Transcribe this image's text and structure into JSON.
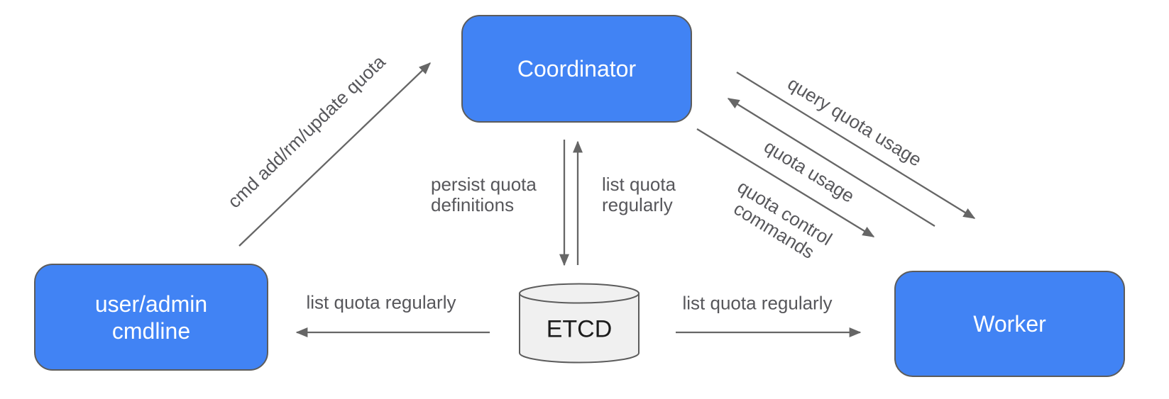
{
  "diagram": {
    "nodes": {
      "coordinator": {
        "label": "Coordinator"
      },
      "user_cmdline": {
        "lines": [
          "user/admin",
          "cmdline"
        ]
      },
      "worker": {
        "label": "Worker"
      },
      "etcd": {
        "label": "ETCD"
      }
    },
    "edges": {
      "cmd_quota": {
        "label": "cmd add/rm/update quota",
        "from": "user/admin cmdline",
        "to": "Coordinator"
      },
      "persist": {
        "lines": [
          "persist quota",
          "definitions"
        ],
        "from": "Coordinator",
        "to": "ETCD"
      },
      "list_to_coordinator": {
        "lines": [
          "list quota",
          "regularly"
        ],
        "from": "ETCD",
        "to": "Coordinator"
      },
      "query_usage": {
        "label": "query quota usage",
        "from": "Coordinator",
        "to": "Worker"
      },
      "quota_usage": {
        "label": "quota usage",
        "from": "Worker",
        "to": "Coordinator"
      },
      "quota_control": {
        "lines": [
          "quota control",
          "commands"
        ],
        "from": "Coordinator",
        "to": "Worker"
      },
      "list_to_user": {
        "label": "list quota regularly",
        "from": "ETCD",
        "to": "user/admin cmdline"
      },
      "list_to_worker": {
        "label": "list quota regularly",
        "from": "ETCD",
        "to": "Worker"
      }
    }
  },
  "colors": {
    "node_fill": "#4183f4",
    "node_border": "#5c5c5c",
    "node_text": "#ffffff",
    "etcd_fill": "#f0f0f0",
    "etcd_border": "#5c5c5c",
    "etcd_text": "#1c1c1c",
    "arrow": "#666666",
    "label_text": "#57575b"
  }
}
